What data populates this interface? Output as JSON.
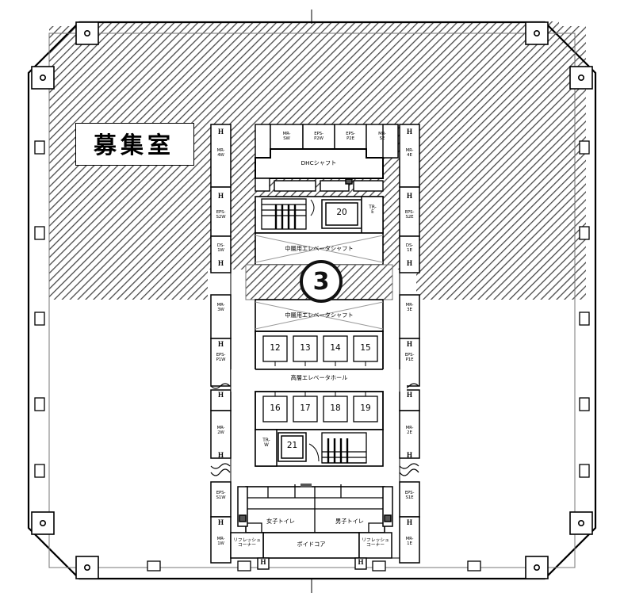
{
  "plan": {
    "title": "募集室",
    "floor_number": "3",
    "available_space_label": "募集室"
  },
  "core": {
    "dhc_shaft": "DHCシャフト",
    "mid_elevator_shaft_upper": "中層用エレベータシャフト",
    "mid_elevator_shaft_lower": "中層用エレベータシャフト",
    "high_elevator_hall": "高層エレベータホール",
    "void_core": "ボイドコア",
    "womens_toilet": "女子トイレ",
    "mens_toilet": "男子トイレ",
    "refresh_corner_west": "リフレッシュ\nコーナー",
    "refresh_corner_east": "リフレッシュ\nコーナー",
    "stair_east": "TR-\nE",
    "stair_west": "TR-\nW"
  },
  "elevators": {
    "single_upper": "20",
    "single_lower": "21",
    "bank_high": [
      "12",
      "13",
      "14",
      "15"
    ],
    "bank_low": [
      "16",
      "17",
      "18",
      "19"
    ]
  },
  "top_shafts": [
    {
      "name": "MR-\nSW"
    },
    {
      "name": "EPS-\nP2W"
    },
    {
      "name": "EPS-\nP2E"
    },
    {
      "name": "MR-\nSE"
    }
  ],
  "west_column": [
    {
      "h": "H",
      "name": "MR-\n4W"
    },
    {
      "h": "H",
      "name": "EPS-\nS2W"
    },
    {
      "h": "",
      "name": "DS-\n1W"
    },
    {
      "h": "H",
      "name": ""
    },
    {
      "h": "",
      "name": "MR-\n3W"
    },
    {
      "h": "H",
      "name": "EPS-\nP1W"
    },
    {
      "h": "H",
      "name": ""
    },
    {
      "h": "",
      "name": "MR-\n2W"
    },
    {
      "h": "H",
      "name": ""
    },
    {
      "h": "",
      "name": "EPS-\nS1W"
    },
    {
      "h": "H",
      "name": "MR-\n1W"
    }
  ],
  "east_column": [
    {
      "h": "H",
      "name": "MR-\n4E"
    },
    {
      "h": "H",
      "name": "EPS-\nS2E"
    },
    {
      "h": "",
      "name": "DS-\n1E"
    },
    {
      "h": "H",
      "name": ""
    },
    {
      "h": "",
      "name": "MR-\n3E"
    },
    {
      "h": "H",
      "name": "EPS-\nP1E"
    },
    {
      "h": "H",
      "name": ""
    },
    {
      "h": "",
      "name": "MR-\n2E"
    },
    {
      "h": "H",
      "name": ""
    },
    {
      "h": "",
      "name": "EPS-\nS1E"
    },
    {
      "h": "H",
      "name": "MR-\n1E"
    }
  ],
  "bottom_h": [
    "H",
    "H"
  ],
  "colors": {
    "line": "#000000",
    "hatch": "#555555",
    "wall_fill": "#ffffff",
    "background": "#ffffff"
  }
}
